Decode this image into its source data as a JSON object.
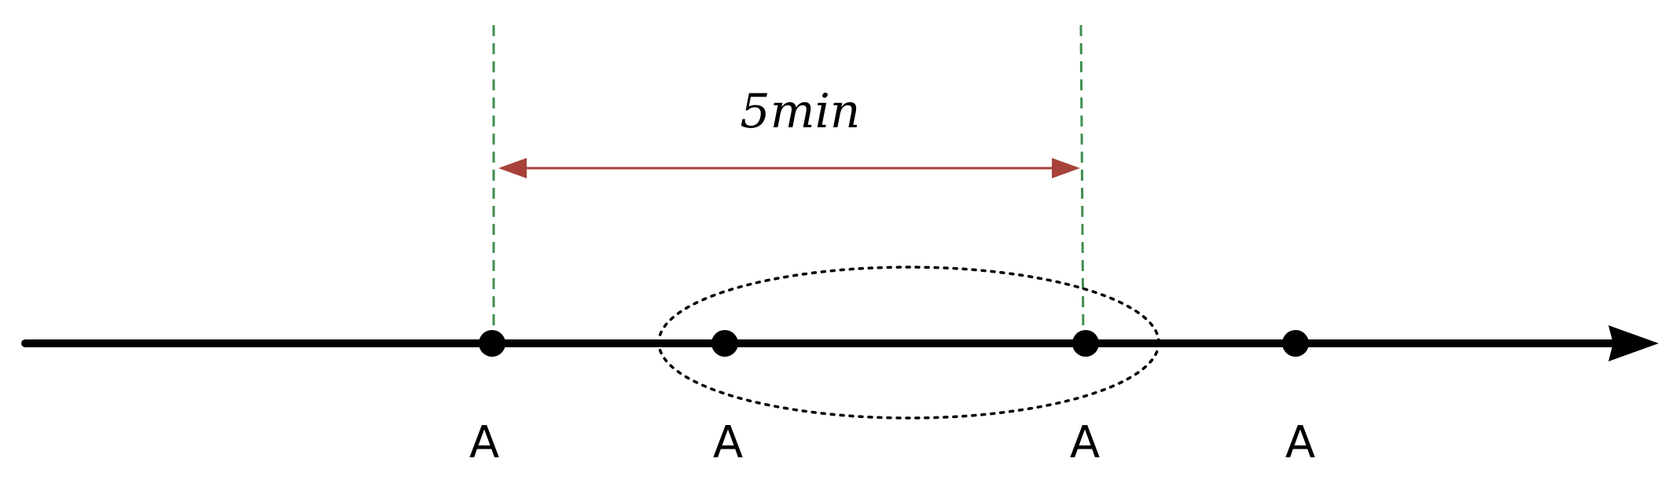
{
  "diagram": {
    "interval": {
      "label": "5min"
    },
    "events": [
      {
        "label": "A"
      },
      {
        "label": "A"
      },
      {
        "label": "A"
      },
      {
        "label": "A"
      }
    ],
    "colors": {
      "axis": "#000000",
      "dimension_arrow": "#a6423a",
      "guide_lines": "#3f8f4f",
      "window_outline": "#000000"
    }
  }
}
